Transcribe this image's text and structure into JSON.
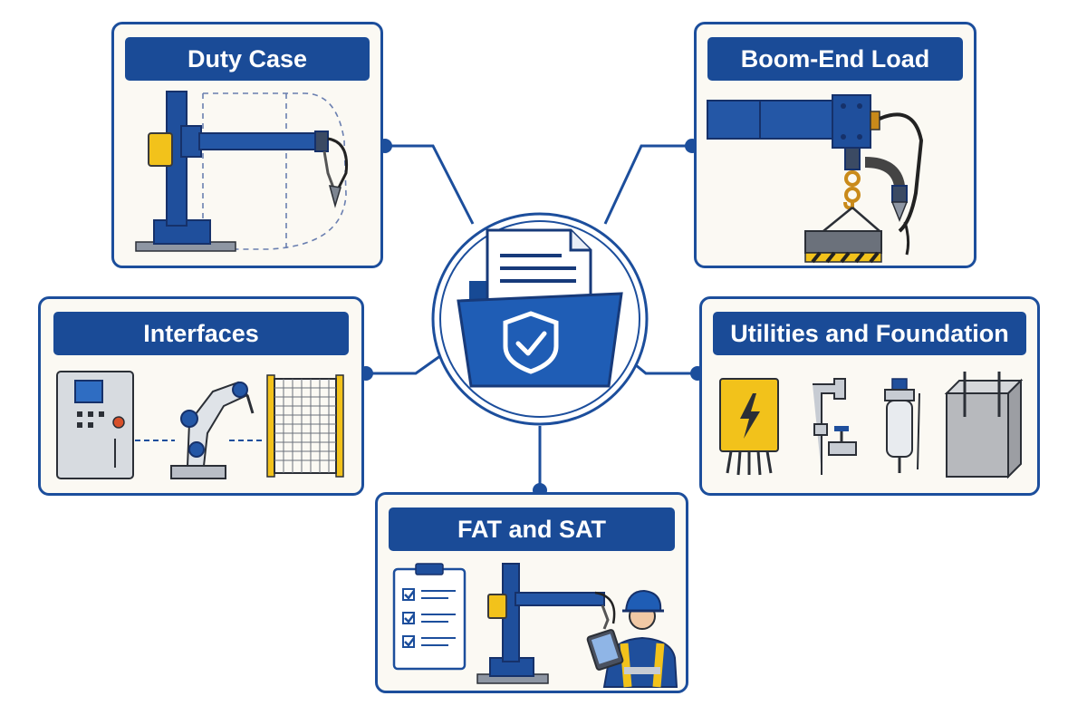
{
  "center": {
    "icon": "folder-document-shield-check-icon"
  },
  "colors": {
    "brand_blue": "#1a4b97",
    "card_bg": "#fbf9f3",
    "accent_yellow": "#f2c21b",
    "steel_gray": "#b9bec6"
  },
  "nodes": [
    {
      "id": "duty-case",
      "label": "Duty Case",
      "icon": "welding-manipulator-reach-envelope-icon"
    },
    {
      "id": "boom-end-load",
      "label": "Boom-End Load",
      "icon": "boom-hook-load-and-torch-icon"
    },
    {
      "id": "interfaces",
      "label": "Interfaces",
      "icon": "control-cabinet-robot-arm-safety-fence-icon"
    },
    {
      "id": "utilities-and-foundation",
      "label": "Utilities and Foundation",
      "icon": "electrical-box-pipe-air-filter-concrete-block-icon"
    },
    {
      "id": "fat-and-sat",
      "label": "FAT and SAT",
      "icon": "checklist-manipulator-inspector-tablet-icon"
    }
  ]
}
